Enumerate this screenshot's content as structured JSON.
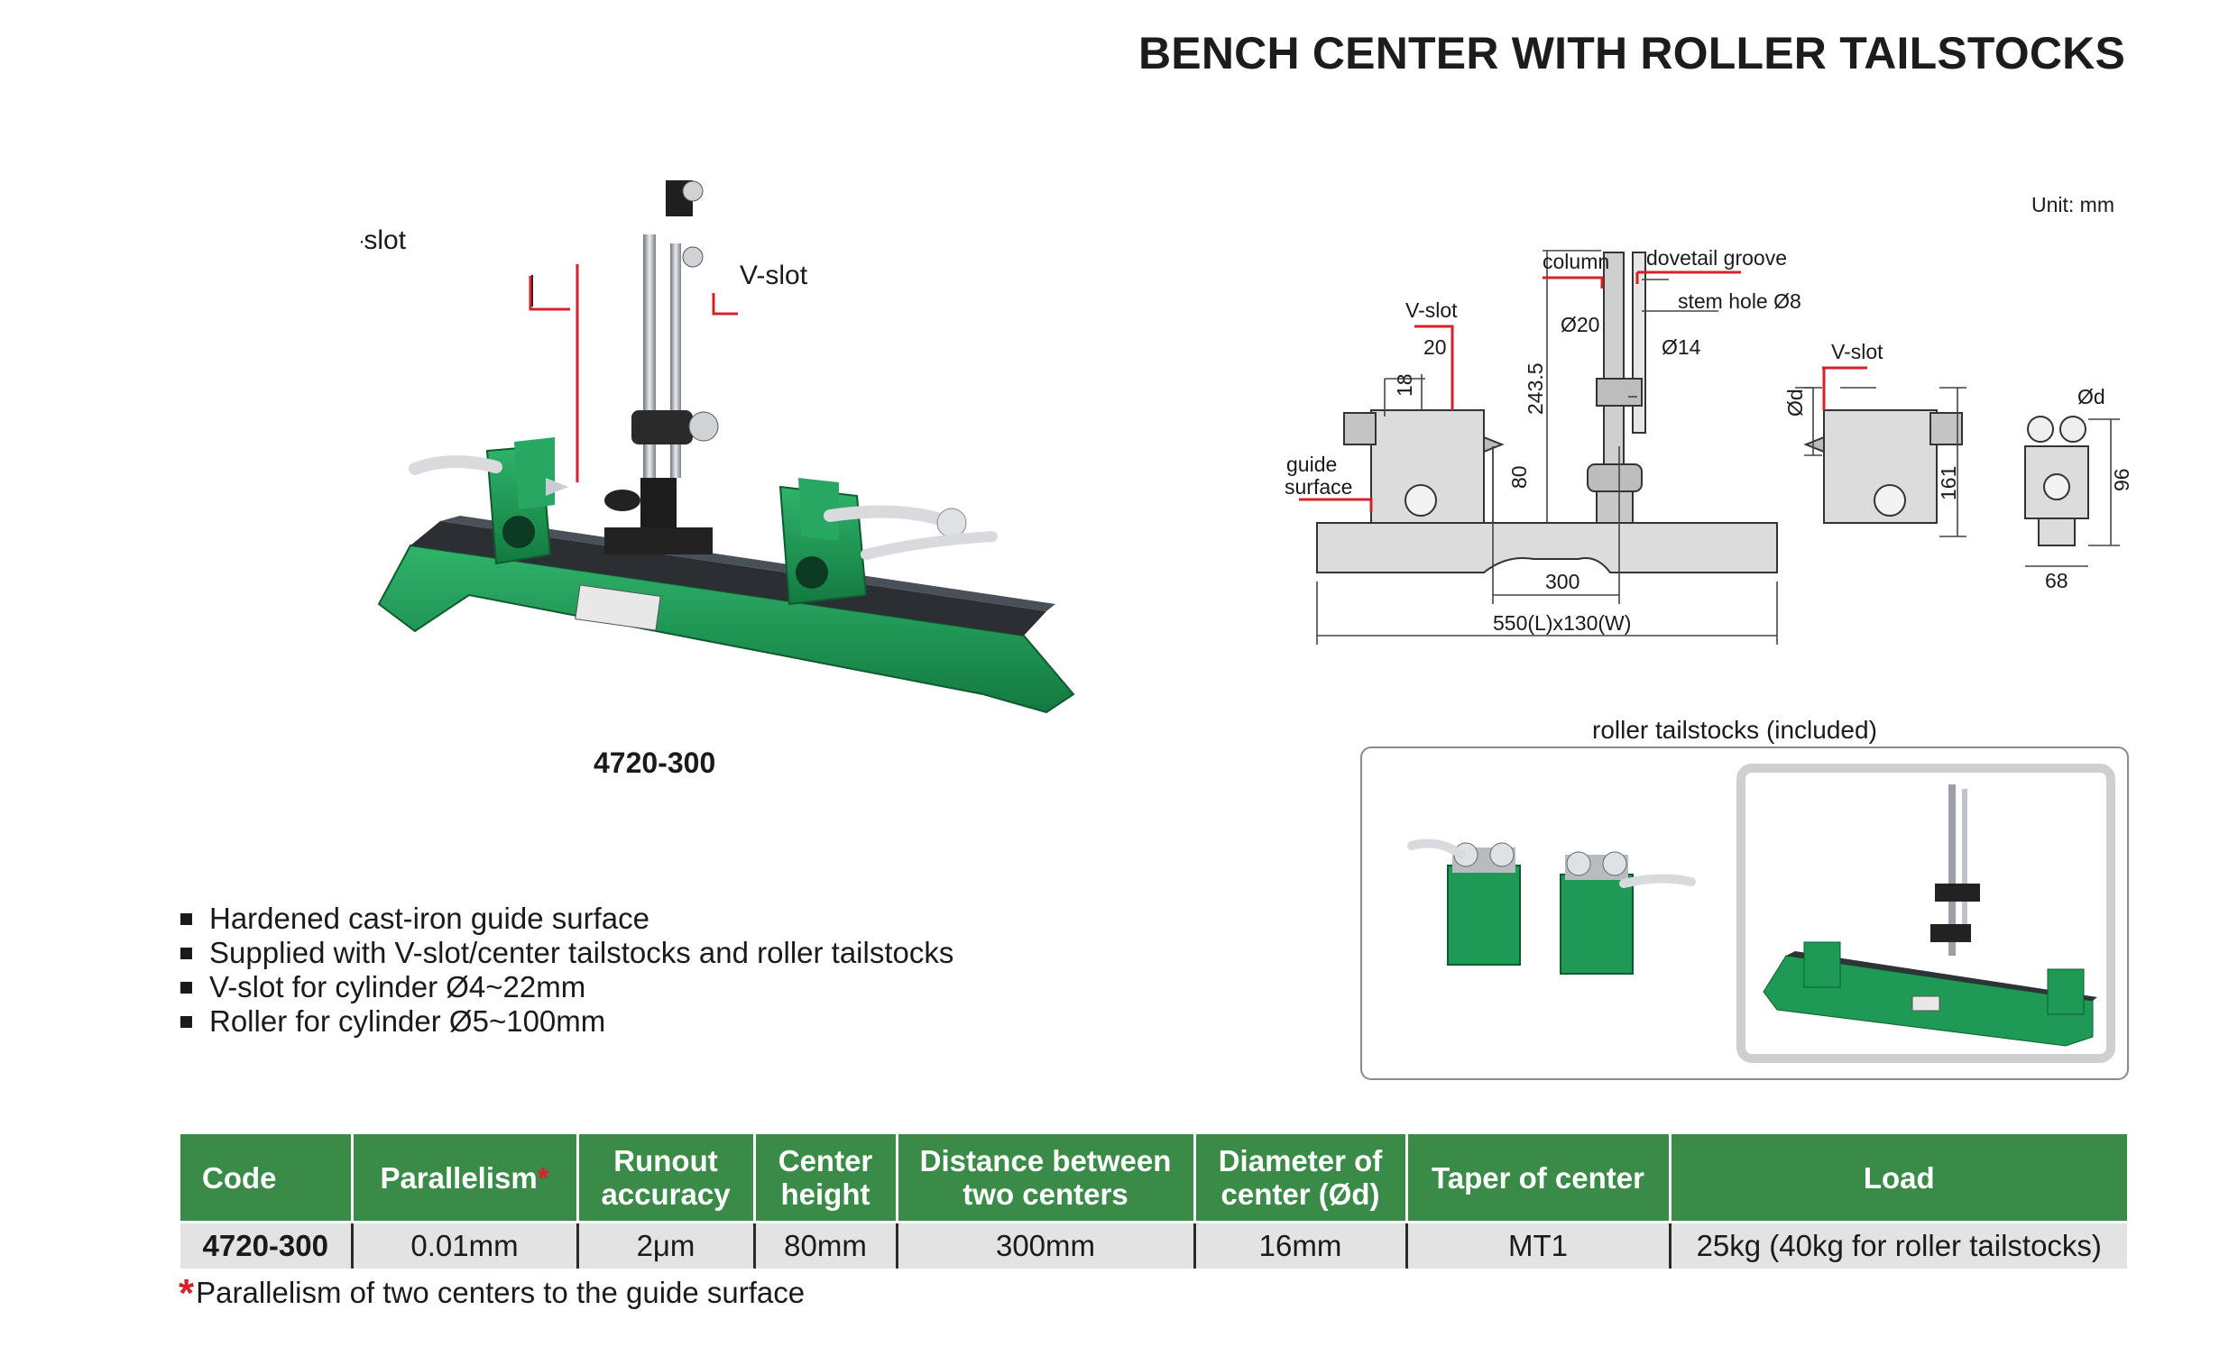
{
  "page": {
    "title": "BENCH CENTER WITH ROLLER TAILSTOCKS",
    "unit": "Unit: mm",
    "model_caption": "4720-300",
    "roller_caption": "roller tailstocks (included)"
  },
  "photo_labels": {
    "vslot_left": "V-slot",
    "vslot_right": "V-slot"
  },
  "drawing": {
    "column": "column",
    "dovetail_groove": "dovetail groove",
    "stem_hole": "stem hole Ø8",
    "vslot_left": "V-slot",
    "vslot_right": "V-slot",
    "dim_20": "20",
    "dim_18": "18",
    "dim_d20": "Ø20",
    "dim_d14": "Ø14",
    "dim_243_5": "243.5",
    "dim_od": "Ød",
    "dim_od_side": "Ød",
    "guide_surface_1": "guide",
    "guide_surface_2": "surface",
    "dim_80": "80",
    "dim_300": "300",
    "dim_550": "550(L)x130(W)",
    "dim_161": "161",
    "dim_96": "96",
    "dim_68": "68"
  },
  "features": [
    "Hardened cast-iron guide surface",
    "Supplied with V-slot/center tailstocks and roller tailstocks",
    "V-slot for cylinder Ø4~22mm",
    "Roller for cylinder Ø5~100mm"
  ],
  "table": {
    "headers": {
      "code": "Code",
      "parallelism": "Parallelism",
      "parallelism_mark": "*",
      "runout_1": "Runout",
      "runout_2": "accuracy",
      "center_1": "Center",
      "center_2": "height",
      "distance_1": "Distance between",
      "distance_2": "two centers",
      "diameter_1": "Diameter of",
      "diameter_2": "center (Ød)",
      "taper": "Taper of center",
      "load": "Load"
    },
    "row": {
      "code": "4720-300",
      "parallelism": "0.01mm",
      "runout": "2μm",
      "center_height": "80mm",
      "distance": "300mm",
      "diameter": "16mm",
      "taper": "MT1",
      "load": "25kg (40kg for roller tailstocks)"
    }
  },
  "footnote": {
    "mark": "*",
    "text": "Parallelism of two centers to the guide surface"
  },
  "colors": {
    "header_green": "#3b8b48",
    "machine_green": "#1f9a55",
    "accent_red": "#d8202a",
    "row_gray": "#e3e3e3"
  }
}
